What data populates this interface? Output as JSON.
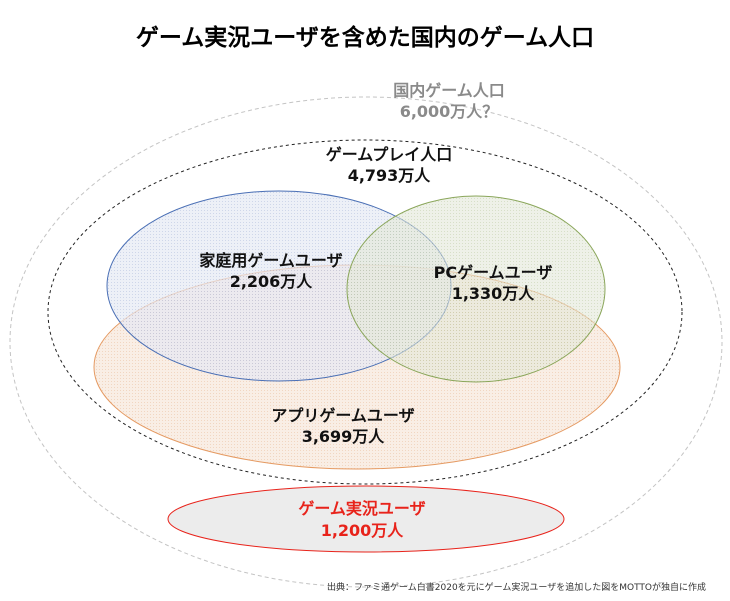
{
  "title": "ゲーム実況ユーザを含めた国内のゲーム人口",
  "groups": {
    "domestic": {
      "label": "国内ゲーム人口",
      "value": "6,000万人？"
    },
    "play": {
      "label": "ゲームプレイ人口",
      "value": "4,793万人"
    },
    "console": {
      "label": "家庭用ゲームユーザ",
      "value": "2,206万人"
    },
    "pc": {
      "label": "PCゲームユーザ",
      "value": "1,330万人"
    },
    "app": {
      "label": "アプリゲームユーザ",
      "value": "3,699万人"
    },
    "stream": {
      "label": "ゲーム実況ユーザ",
      "value": "1,200万人"
    }
  },
  "source": "出典：ファミ通ゲーム白書2020を元にゲーム実況ユーザを追加した図をMOTTOが独自に作成",
  "colors": {
    "domestic_outline": "#c4c4c4",
    "play_outline": "#222222",
    "console": "#4a6fb5",
    "pc": "#8aa65a",
    "app": "#e59a62",
    "stream_outline": "#e8231b",
    "stream_fill": "#ececec",
    "stream_text": "#e8231b",
    "domestic_text": "#8a8a8a"
  }
}
